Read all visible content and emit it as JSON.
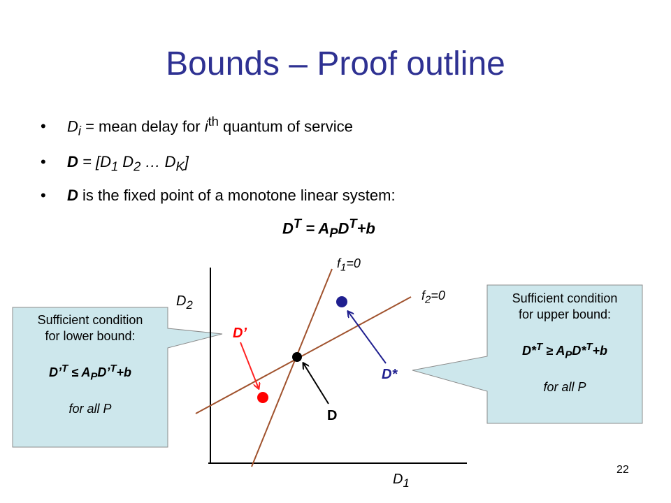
{
  "slide": {
    "title": "Bounds – Proof outline",
    "number": "22"
  },
  "bullets": [
    {
      "bullet_char": "•",
      "v": "D",
      "v_sub": "i",
      "text1": " = mean delay for ",
      "i": "i",
      "sup": "th",
      "text2": " quantum of service"
    },
    {
      "bullet_char": "•",
      "v": "D",
      "text1": " = [D",
      "s1": "1",
      "text2": " D",
      "s2": "2",
      "text3": " … D",
      "sK": "K",
      "text4": "]"
    },
    {
      "bullet_char": "•",
      "v": "D",
      "text1": " is the fixed point of a monotone linear system:"
    }
  ],
  "equation": {
    "lhs": "D",
    "sup_t": "T",
    "eq": " = A",
    "sub_p": "P",
    "rhs_d": "D",
    "sup_t2": "T",
    "tail": "+b"
  },
  "diagram": {
    "axis_x_label": {
      "base": "D",
      "sub": "1"
    },
    "axis_y_label": {
      "base": "D",
      "sub": "2"
    },
    "line_f1": {
      "base": "f",
      "sub": "1",
      "rest": "=0"
    },
    "line_f2": {
      "base": "f",
      "sub": "2",
      "rest": "=0"
    },
    "point_dprime": {
      "base": "D",
      "mark": "’"
    },
    "point_dstar": "D*",
    "point_d": "D",
    "colors": {
      "lines": "#a0522d",
      "axes": "#000000",
      "lower_point": "#ff0000",
      "upper_point": "#1f1f8f",
      "callout_fill": "#cde7ec",
      "title": "#2e3192"
    }
  },
  "lower_callout": {
    "heading1": "Sufficient condition",
    "heading2": "for lower bound:",
    "ineq": {
      "d": "D",
      "mark": "’",
      "sup": "T",
      "rel": " ≤ A",
      "sub": "P",
      "d2": "D",
      "mark2": "’",
      "sup2": "T",
      "tail": "+b"
    },
    "forall": "for all P"
  },
  "upper_callout": {
    "heading1": "Sufficient condition",
    "heading2": "for upper bound:",
    "ineq": {
      "d": "D*",
      "sup": "T",
      "rel": " ≥ A",
      "sub": "P",
      "d2": "D*",
      "sup2": "T",
      "tail": "+b"
    },
    "forall": "for all P"
  }
}
